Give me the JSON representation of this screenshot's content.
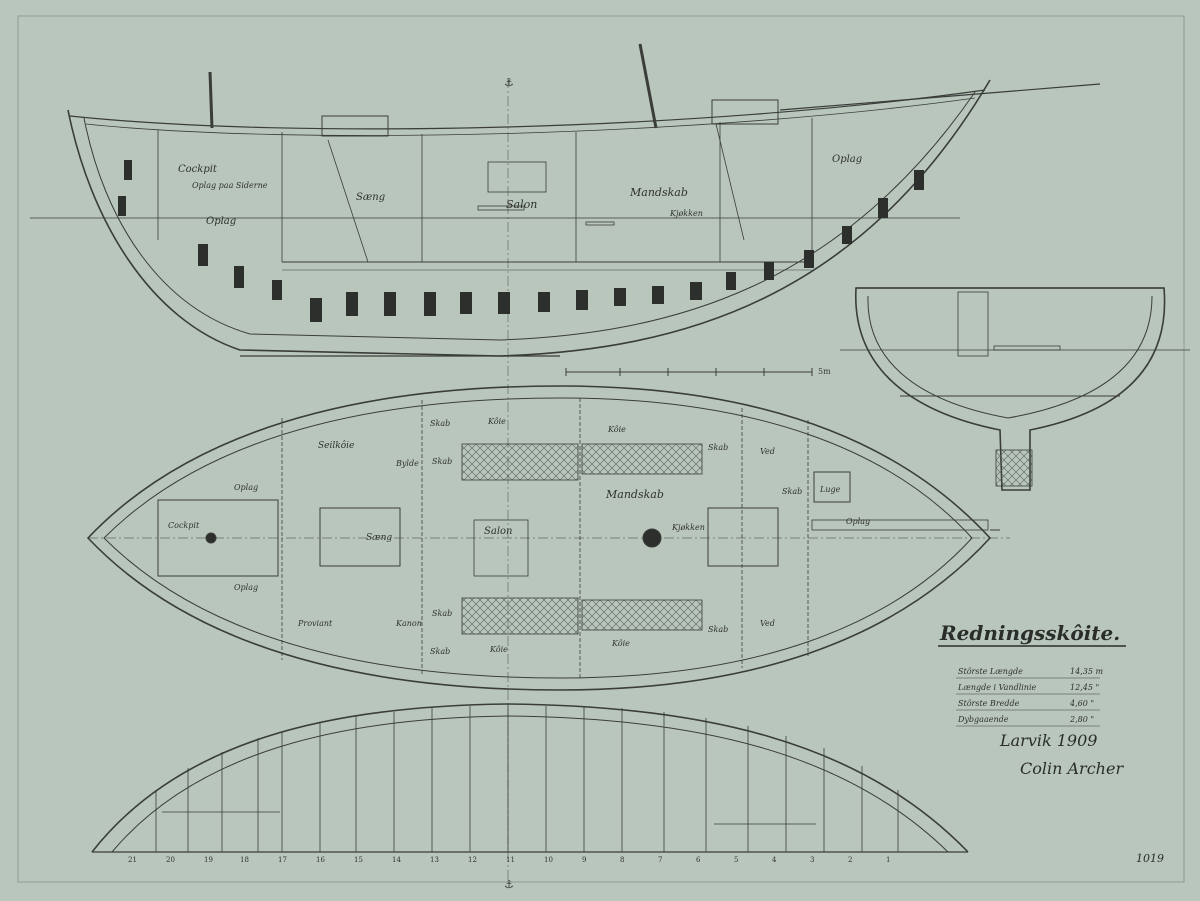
{
  "drawing": {
    "title": "Redningsskôite.",
    "place_year": "Larvik 1909",
    "signature": "Colin Archer",
    "sheet_number": "1019",
    "scale_end_label": "5m",
    "specs": [
      {
        "label": "Störste Længde",
        "value": "14,35 m"
      },
      {
        "label": "Længde i Vandlinie",
        "value": "12,45 \""
      },
      {
        "label": "Störste Bredde",
        "value": "4,60 \""
      },
      {
        "label": "Dybgaaende",
        "value": "2,80 \""
      }
    ],
    "profile_labels": {
      "cockpit": "Cockpit",
      "oplag_sides": "Oplag paa Siderne",
      "oplag_aft": "Oplag",
      "sang": "Sæng",
      "salon": "Salon",
      "mandskab": "Mandskab",
      "kjokken": "Kjøkken",
      "oplag_fwd": "Oplag"
    },
    "plan_labels": {
      "cockpit": "Cockpit",
      "oplag_1": "Oplag",
      "oplag_2": "Oplag",
      "seilkoie": "Seilkôie",
      "bylde": "Bylde",
      "sang": "Sæng",
      "salon": "Salon",
      "mandskab": "Mandskab",
      "kjokken": "Kjøkken",
      "proviant": "Proviant",
      "kanon": "Kanon",
      "skab_1": "Skab",
      "skab_2": "Skab",
      "skab_3": "Skab",
      "skab_4": "Skab",
      "skab_5": "Skab",
      "skab_6": "Skab",
      "skab_7": "Skab",
      "koie_1": "Kôie",
      "koie_2": "Kôie",
      "koie_3": "Kôie",
      "koie_4": "Kôie",
      "ved_1": "Ved",
      "ved_2": "Ved",
      "luge": "Luge",
      "oplag_fwd": "Oplag"
    },
    "frame_numbers": [
      "21",
      "20",
      "19",
      "18",
      "17",
      "16",
      "15",
      "14",
      "13",
      "12",
      "11",
      "10",
      "9",
      "8",
      "7",
      "6",
      "5",
      "4",
      "3",
      "2",
      "1"
    ],
    "colors": {
      "paper": "#b9c6bc",
      "ink": "#3a3d3a",
      "hatch": "#2c2f2c"
    }
  }
}
